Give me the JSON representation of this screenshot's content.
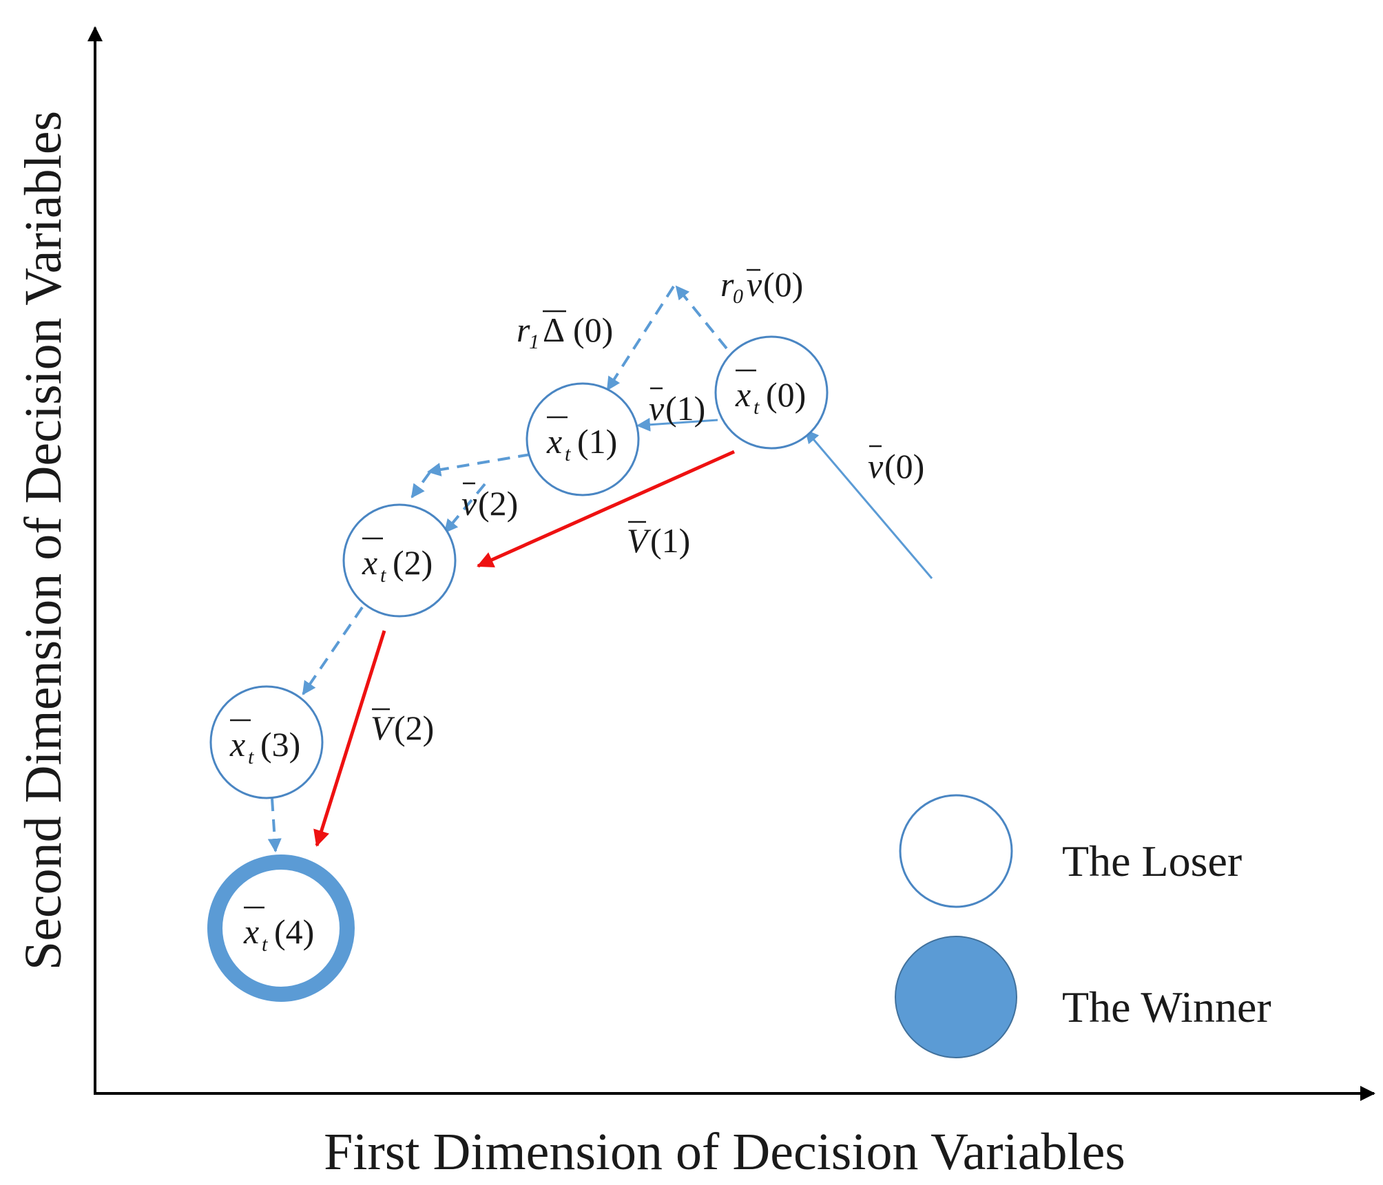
{
  "axes": {
    "xlabel": "First Dimension of Decision Variables",
    "ylabel": "Second Dimension of Decision Variables"
  },
  "legend": {
    "loser_label": "The Loser",
    "winner_label": "The Winner"
  },
  "colors": {
    "blue": "#5b9bd5",
    "red": "#ee1111",
    "axis": "#000000",
    "circle_stroke": "#4a86c3",
    "text": "#1a1a1a"
  },
  "nodes": [
    {
      "id": "x0",
      "var": "x",
      "sub": "t",
      "arg": "(0)"
    },
    {
      "id": "x1",
      "var": "x",
      "sub": "t",
      "arg": "(1)"
    },
    {
      "id": "x2",
      "var": "x",
      "sub": "t",
      "arg": "(2)"
    },
    {
      "id": "x3",
      "var": "x",
      "sub": "t",
      "arg": "(3)"
    },
    {
      "id": "x4",
      "var": "x",
      "sub": "t",
      "arg": "(4)"
    }
  ],
  "edge_labels": {
    "r0v0": {
      "coef": "r",
      "coef_sub": "0",
      "var": "v",
      "arg": "(0)"
    },
    "r1d0": {
      "coef": "r",
      "coef_sub": "1",
      "var": "Δ",
      "arg": "(0)"
    },
    "v1": {
      "var": "v",
      "arg": "(1)"
    },
    "v0": {
      "var": "v",
      "arg": "(0)"
    },
    "v2": {
      "var": "v",
      "arg": "(2)"
    },
    "V1": {
      "var": "V",
      "arg": "(1)"
    },
    "V2": {
      "var": "V",
      "arg": "(2)"
    }
  }
}
